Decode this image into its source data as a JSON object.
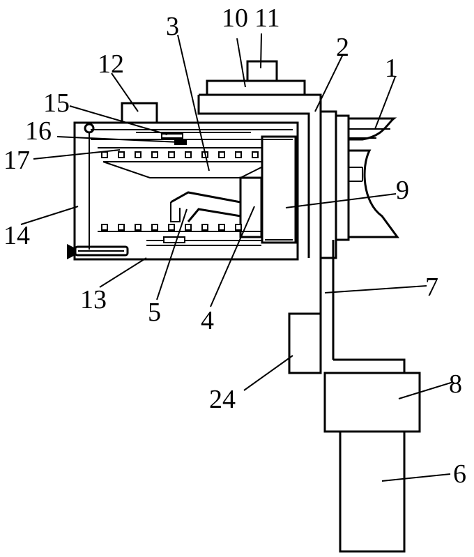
{
  "labels": {
    "n1": "1",
    "n2": "2",
    "n3": "3",
    "n4": "4",
    "n5": "5",
    "n6": "6",
    "n7": "7",
    "n8": "8",
    "n9": "9",
    "n10": "10",
    "n11": "11",
    "n12": "12",
    "n13": "13",
    "n14": "14",
    "n15": "15",
    "n16": "16",
    "n17": "17",
    "n24": "24"
  }
}
